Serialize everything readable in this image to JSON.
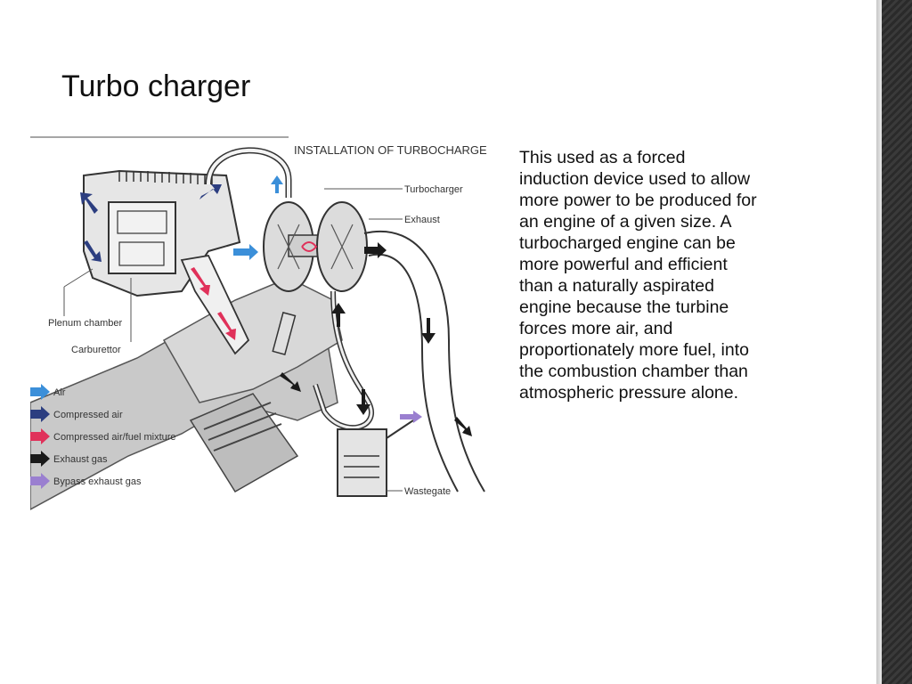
{
  "slide": {
    "title": "Turbo charger",
    "body": "This used as a forced induction device used to allow more power to be produced for an engine of a given size. A turbocharged engine can be more powerful and efficient than a naturally aspirated engine because the turbine forces more air, and proportionately more fuel, into the combustion chamber than atmospheric pressure alone."
  },
  "diagram": {
    "heading": "INSTALLATION OF TURBOCHARGE",
    "labels": {
      "turbocharger": "Turbocharger",
      "exhaust": "Exhaust",
      "plenum": "Plenum chamber",
      "carburettor": "Carburettor",
      "wastegate": "Wastegate"
    },
    "legend": [
      {
        "label": "Air",
        "color": "#3b8fd9"
      },
      {
        "label": "Compressed air",
        "color": "#2c3e80"
      },
      {
        "label": "Compressed air/fuel mixture",
        "color": "#e0315a"
      },
      {
        "label": "Exhaust gas",
        "color": "#1a1a1a"
      },
      {
        "label": "Bypass exhaust gas",
        "color": "#9a7fd0"
      }
    ]
  }
}
